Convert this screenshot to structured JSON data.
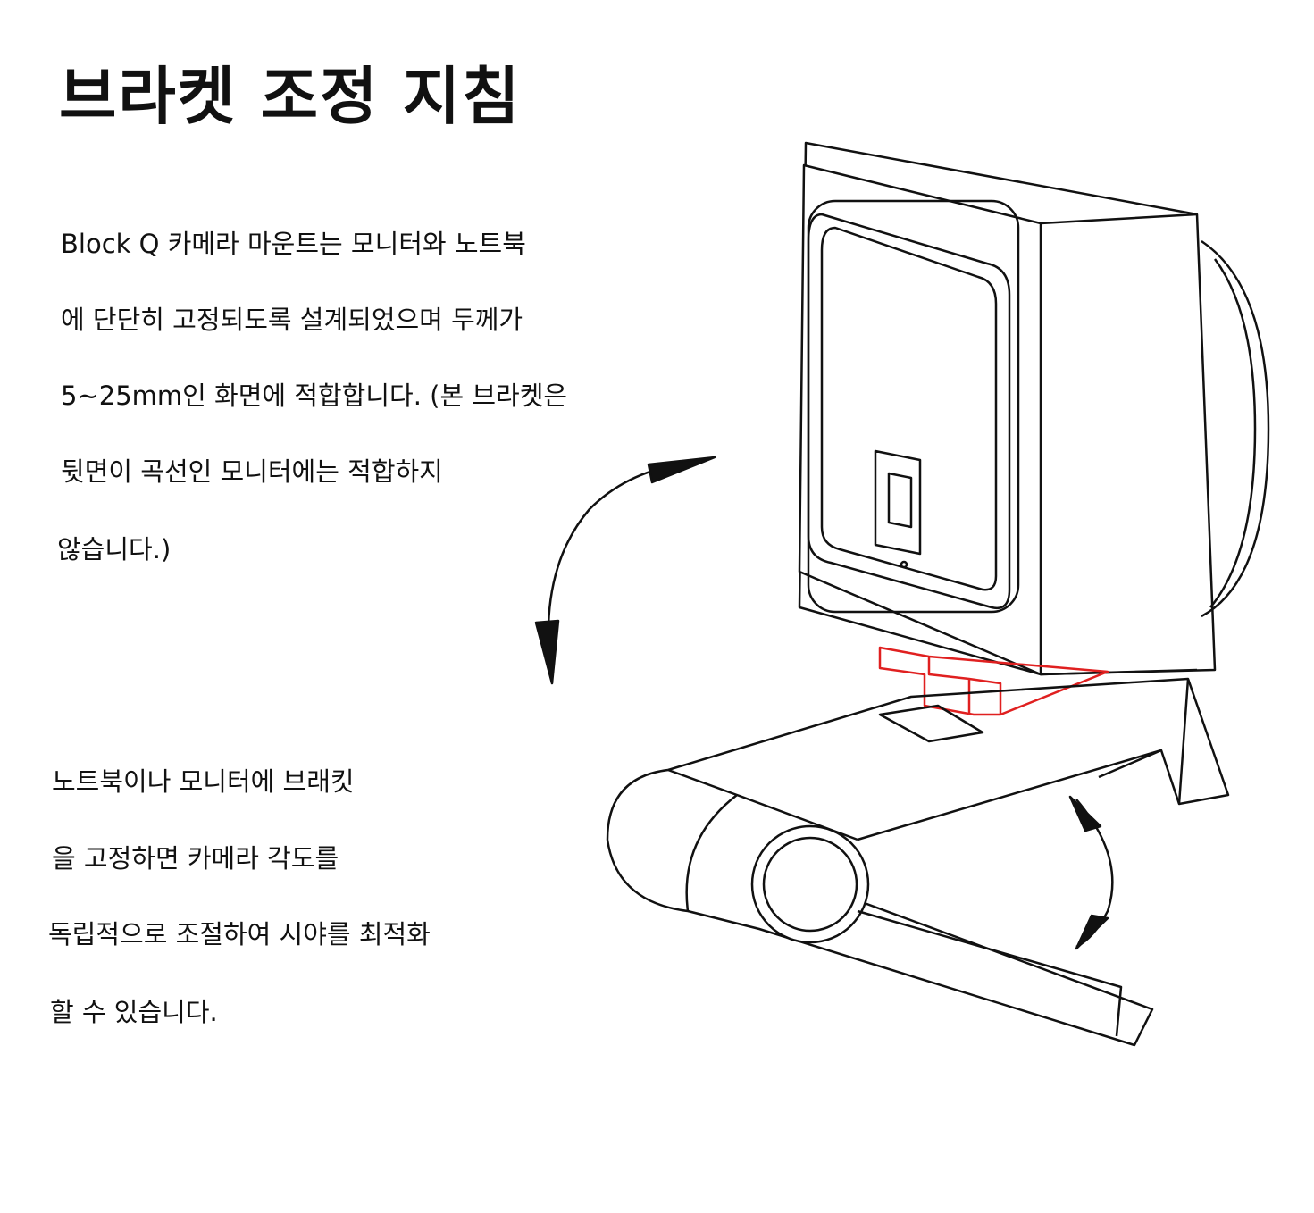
{
  "title": "브라켓 조정 지침",
  "paragraph1": [
    "Block Q 카메라 마운트는 모니터와 노트북",
    "에 단단히 고정되도록 설계되었으며 두께가",
    "5~25mm인 화면에 적합합니다. (본 브라켓은",
    "뒷면이 곡선인 모니터에는 적합하지",
    "않습니다.)"
  ],
  "paragraph2": [
    "노트북이나 모니터에 브래킷",
    "을 고정하면 카메라 각도를",
    "독립적으로 조절하여 시야를 최적화",
    "할 수 있습니다."
  ],
  "colors": {
    "highlight": "#e02020",
    "line": "#111111"
  }
}
